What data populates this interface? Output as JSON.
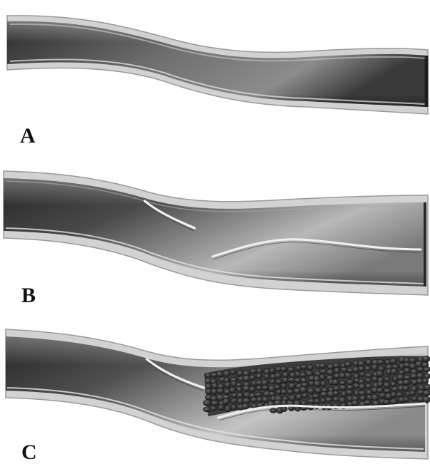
{
  "figure": {
    "panels": [
      {
        "label": "A"
      },
      {
        "label": "B"
      },
      {
        "label": "C"
      }
    ]
  },
  "colors": {
    "vessel_wall": "#d2d2d2",
    "wall_edge": "#9a9a9a",
    "lumen_dark": "#2a2a2a",
    "lumen_light": "#d8d8d8",
    "flap": "#f2f2f2",
    "thrombus": "#2c2c2c"
  }
}
